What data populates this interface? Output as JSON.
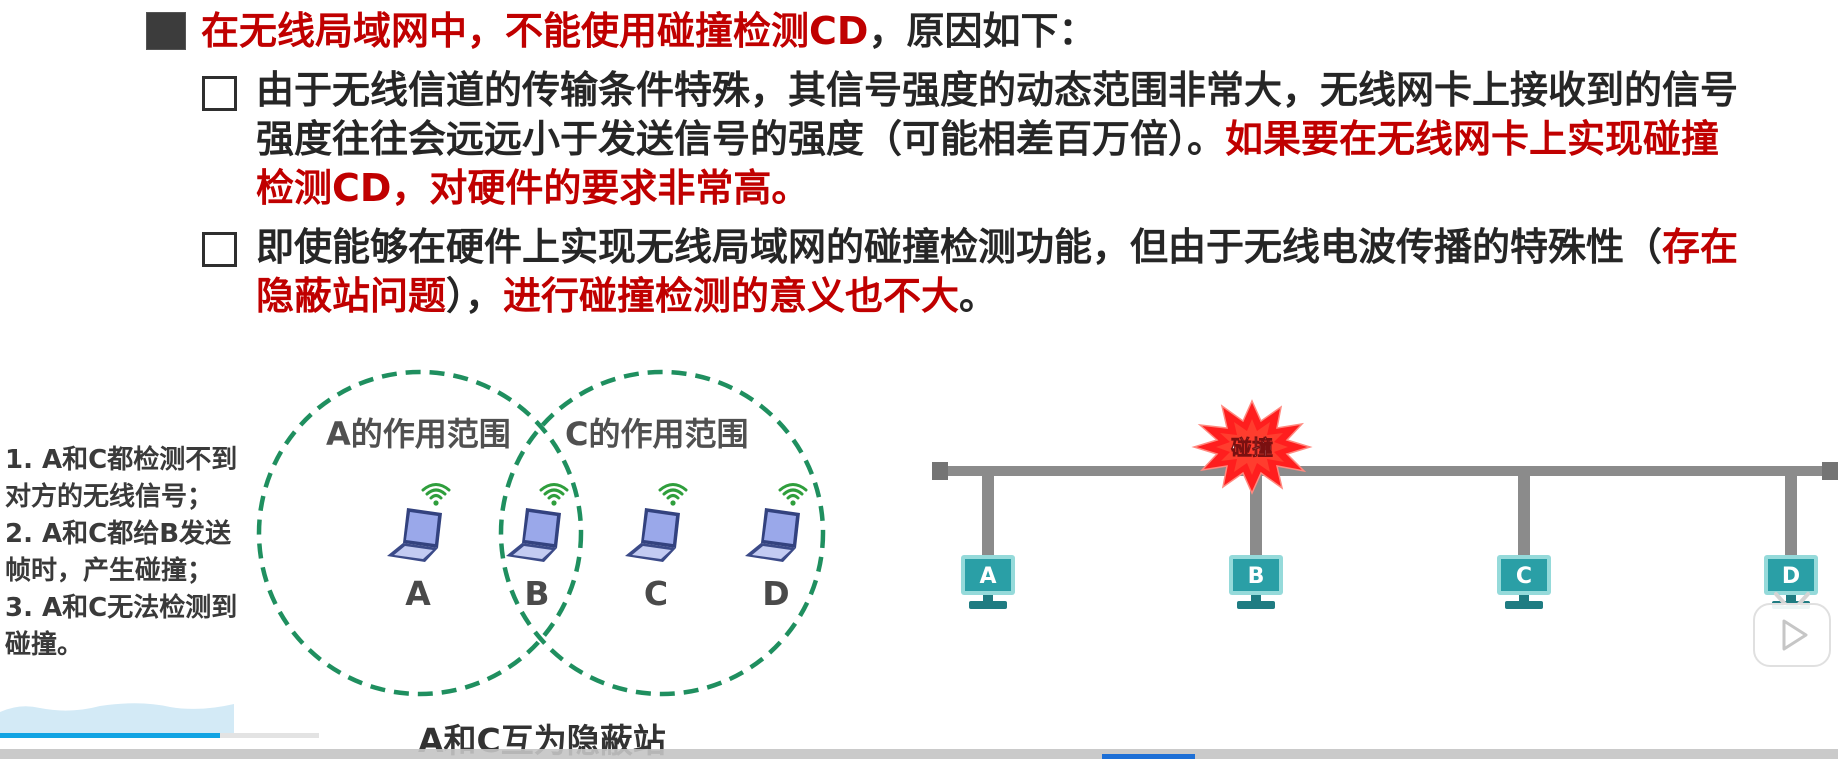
{
  "slide": {
    "heading": {
      "red": "在无线局域网中，不能使用碰撞检测CD",
      "black": "，原因如下："
    },
    "bullet1": {
      "line1": "由于无线信道的传输条件特殊，其信号强度的动态范围非常大，无线网卡上接收到的信号",
      "line2_black": "强度往往会远远小于发送信号的强度（可能相差百万倍）。",
      "line2_red": "如果要在无线网卡上实现碰撞",
      "line3_red": "检测CD，对硬件的要求非常高。"
    },
    "bullet2": {
      "line1_black": "即使能够在硬件上实现无线局域网的碰撞检测功能，但由于无线电波传播的特殊性（",
      "line1_red": "存在",
      "line2_red_a": "隐蔽站问题",
      "line2_black_a": "），",
      "line2_red_b": "进行碰撞检测的意义也不大",
      "line2_black_b": "。"
    },
    "notes": [
      "1. A和C都检测不到",
      "对方的无线信号；",
      "2. A和C都给B发送",
      "帧时，产生碰撞；",
      "3. A和C无法检测到",
      "碰撞。"
    ],
    "wireless_diagram": {
      "range_a": "A的作用范围",
      "range_c": "C的作用范围",
      "stations": [
        "A",
        "B",
        "C",
        "D"
      ],
      "caption": "A和C互为隐蔽站"
    },
    "bus_diagram": {
      "stations": [
        "A",
        "B",
        "C",
        "D"
      ],
      "collision_label": "碰撞"
    }
  },
  "player": {
    "progress": 0.69
  },
  "icons": {
    "heading_bullet": "filled-square-icon",
    "list_bullet": "hollow-square-icon",
    "wireless_station": "laptop-icon",
    "signal": "wifi-icon",
    "bus_host": "monitor-icon",
    "collision": "explosion-icon",
    "play": "play-icon"
  },
  "colors": {
    "red_text": "#c00000",
    "body_text": "#262626",
    "range_circle": "#1f8f5f",
    "signal": "#2f9e3c",
    "monitor": "#2a9fa6",
    "collision": "#ff1e1e",
    "progress": "#12a4e3"
  }
}
